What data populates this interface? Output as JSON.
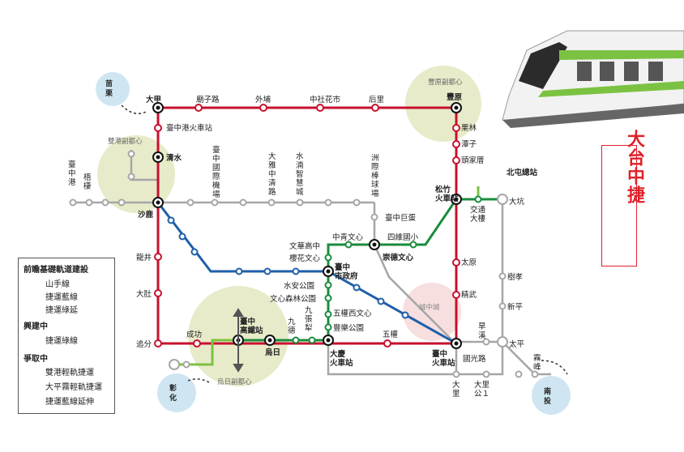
{
  "title_vertical": "大台中捷",
  "legend": {
    "sections": [
      {
        "heading": "前瞻基礎軌道建設",
        "items": [
          {
            "label": "山手線",
            "color": "#c8102e"
          },
          {
            "label": "捷運藍線",
            "color": "#1f5fa8"
          },
          {
            "label": "捷運綠延",
            "color": "#7cc242"
          }
        ]
      },
      {
        "heading": "興建中",
        "items": [
          {
            "label": "捷運綠線",
            "color": "#1a8c3c"
          }
        ]
      },
      {
        "heading": "爭取中",
        "items": [
          {
            "label": "雙港輕軌捷運",
            "color": "#999999"
          },
          {
            "label": "大平霧輕軌捷運",
            "color": ""
          },
          {
            "label": "捷運藍線延伸",
            "color": ""
          }
        ]
      }
    ]
  },
  "districts": [
    {
      "label": "豐原副都心"
    },
    {
      "label": "雙港副都心"
    },
    {
      "label": "城中城"
    },
    {
      "label": "烏日副都心"
    }
  ],
  "external_cities": [
    {
      "label": "苗栗"
    },
    {
      "label": "彰化"
    },
    {
      "label": "南投"
    }
  ],
  "stations": {
    "dajia": "大甲",
    "mazilu": "廟子路",
    "waipu": "外埔",
    "zhongshe": "中社花市",
    "houli": "后里",
    "fengyuan": "豐原",
    "lilin": "栗林",
    "tanzi": "潭子",
    "toujiacuo": "頭家厝",
    "songzhu": "松竹\n火車站",
    "taiyuan": "太原",
    "jingwu": "精武",
    "taichung": "臺中\n火車站",
    "wuquan": "五權",
    "daqing": "大慶\n火車站",
    "wuri": "烏日",
    "hsr": "臺中\n高鐵站",
    "chenggong": "成功",
    "zhuifen": "追分",
    "dadu": "大肚",
    "longjing": "龍井",
    "shalu": "沙鹿",
    "qingshui": "清水",
    "harbor_station": "臺中港火車站",
    "harbor": "臺\n中\n港",
    "wuqi": "梧\n棲",
    "hsr_zone": "臺\n中\n國\n際\n機\n場",
    "daya_rd": "大\n雅\n中\n清\n路",
    "shuinan": "水\n湳\n智\n慧\n城",
    "baseball": "洲\n際\n棒\n球\n場",
    "jupig": "臺中巨蛋",
    "chongde": "崇德文心",
    "sixwei": "四維國小",
    "zhongqing": "中青文心",
    "wenhua": "文華高中",
    "yinghua": "櫻花文心",
    "cityhall": "臺中\n市政府",
    "shuian": "水安公園",
    "wenxin_forest": "文心森林公園",
    "wuquan_west": "五權西文心",
    "fengle": "豐樂公園",
    "jiuzhang": "九\n張\n犁",
    "jiude": "九\n德",
    "transit_tower": "交通\n大樓",
    "dakeng": "大坑",
    "beitun": "北屯總站",
    "shuxiao": "樹孝",
    "xinping": "新平",
    "taiping": "太平",
    "fuxi": "旱\n溪",
    "guoguang": "國光路",
    "dali": "大\n里",
    "dali_park": "大里\n公１",
    "wufeng": "霧\n峰"
  }
}
